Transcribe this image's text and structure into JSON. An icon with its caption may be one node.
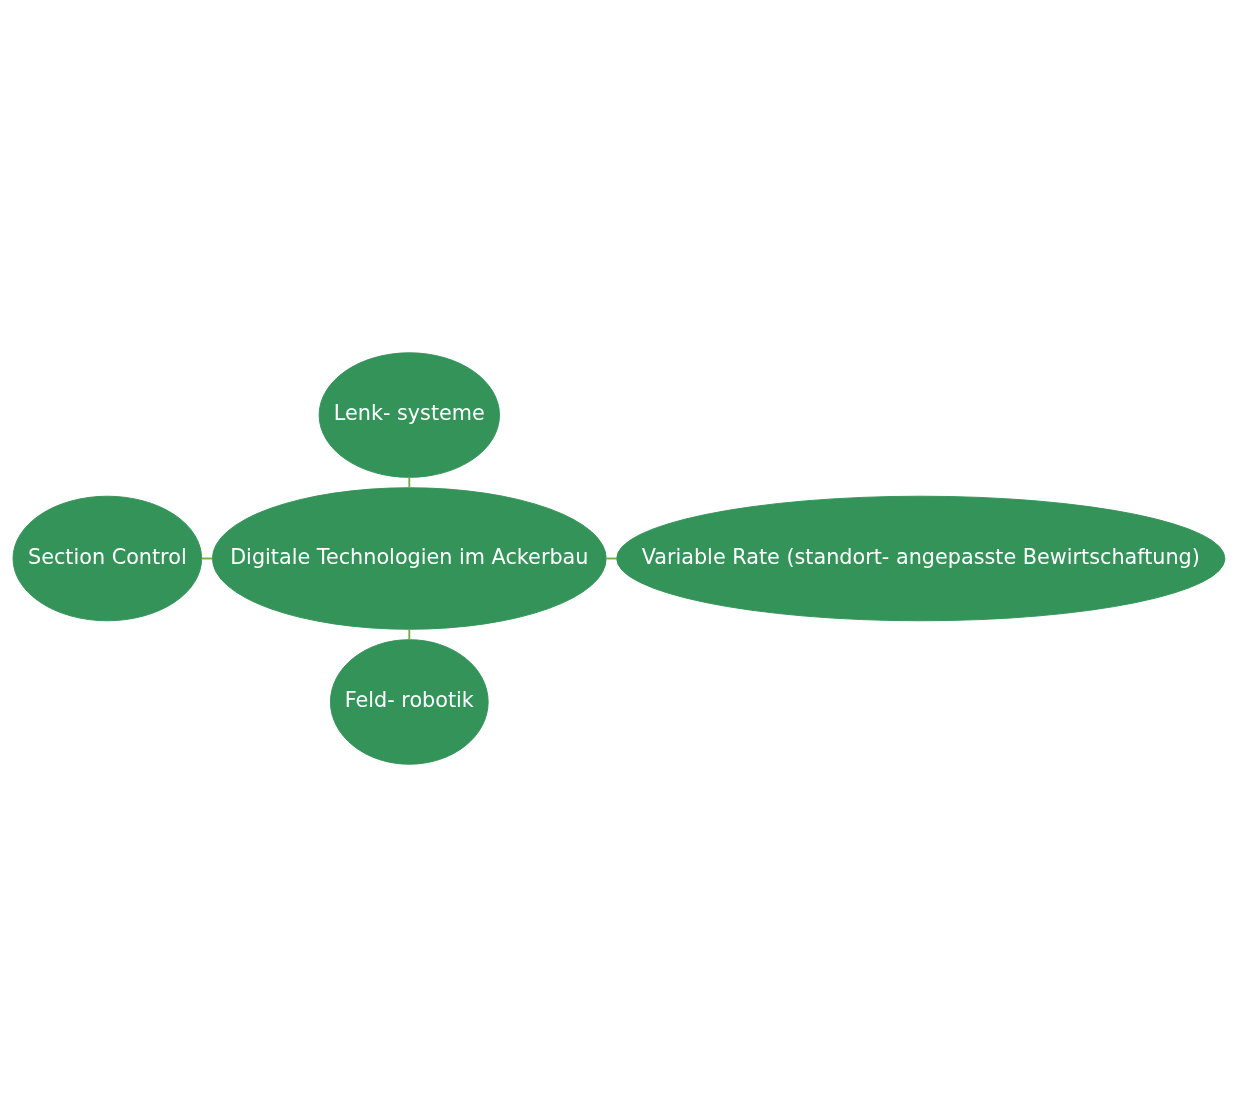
{
  "diagram": {
    "nodes": [
      {
        "text": [
          "Lenk- systeme"
        ]
      },
      {
        "text": [
          "Section Control"
        ]
      },
      {
        "text": [
          "Digitale Technologien im Ackerbau"
        ]
      },
      {
        "text": [
          "Variable Rate (standort- angepasste Bewirtschaftung)"
        ]
      },
      {
        "text": [
          "Feld- robotik"
        ]
      }
    ],
    "edges": [
      {
        "from": 0,
        "to": 2,
        "arrow": "none"
      },
      {
        "from": 1,
        "to": 2,
        "arrow": "none"
      },
      {
        "from": 2,
        "to": 3,
        "arrow": "none"
      },
      {
        "from": 2,
        "to": 4,
        "arrow": "none"
      }
    ]
  }
}
